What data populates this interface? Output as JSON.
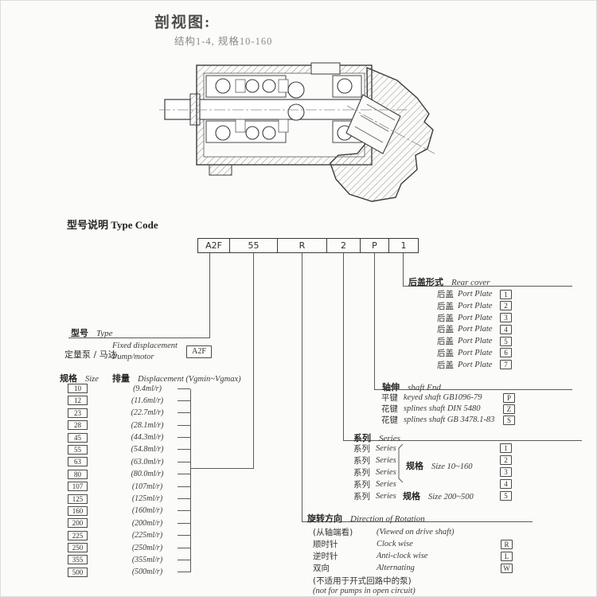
{
  "page": {
    "title": "剖视图:",
    "subtitle": "结构1-4, 规格10-160",
    "heading_zh": "型号说明",
    "heading_en": "Type Code"
  },
  "type_code": {
    "cells": [
      "A2F",
      "55",
      "R",
      "2",
      "P",
      "1"
    ]
  },
  "model": {
    "heading_zh": "型号",
    "heading_en": "Type",
    "label_zh": "定量泵 / 马达",
    "label_en1": "Fixed displacement",
    "label_en2": "Pump/motor",
    "code": "A2F"
  },
  "size_table": {
    "size_header_zh": "规格",
    "size_header_en": "Size",
    "disp_header_zh": "排量",
    "disp_header_en": "Displacement (Vgmin~Vgmax)",
    "rows": [
      {
        "size": "10",
        "disp": "(9.4ml/r)"
      },
      {
        "size": "12",
        "disp": "(11.6ml/r)"
      },
      {
        "size": "23",
        "disp": "(22.7ml/r)"
      },
      {
        "size": "28",
        "disp": "(28.1ml/r)"
      },
      {
        "size": "45",
        "disp": "(44.3ml/r)"
      },
      {
        "size": "55",
        "disp": "(54.8ml/r)"
      },
      {
        "size": "63",
        "disp": "(63.0ml/r)"
      },
      {
        "size": "80",
        "disp": "(80.0ml/r)"
      },
      {
        "size": "107",
        "disp": "(107ml/r)"
      },
      {
        "size": "125",
        "disp": "(125ml/r)"
      },
      {
        "size": "160",
        "disp": "(160ml/r)"
      },
      {
        "size": "200",
        "disp": "(200ml/r)"
      },
      {
        "size": "225",
        "disp": "(225ml/r)"
      },
      {
        "size": "250",
        "disp": "(250ml/r)"
      },
      {
        "size": "355",
        "disp": "(355ml/r)"
      },
      {
        "size": "500",
        "disp": "(500ml/r)"
      }
    ]
  },
  "rear_cover": {
    "heading_zh": "后盖形式",
    "heading_en": "Rear cover",
    "rows": [
      {
        "zh": "后盖",
        "en": "Port Plate",
        "code": "1"
      },
      {
        "zh": "后盖",
        "en": "Port Plate",
        "code": "2"
      },
      {
        "zh": "后盖",
        "en": "Port Plate",
        "code": "3"
      },
      {
        "zh": "后盖",
        "en": "Port Plate",
        "code": "4"
      },
      {
        "zh": "后盖",
        "en": "Port Plate",
        "code": "5"
      },
      {
        "zh": "后盖",
        "en": "Port Plate",
        "code": "6"
      },
      {
        "zh": "后盖",
        "en": "Port Plate",
        "code": "7"
      }
    ]
  },
  "shaft_end": {
    "heading_zh": "轴伸",
    "heading_en": "shaft End",
    "rows": [
      {
        "zh": "平键",
        "en": "keyed shaft GB1096-79",
        "code": "P"
      },
      {
        "zh": "花键",
        "en": "splines shaft DIN 5480",
        "code": "Z"
      },
      {
        "zh": "花键",
        "en": "splines shaft GB 3478.1-83",
        "code": "S"
      }
    ]
  },
  "series": {
    "heading_zh": "系列",
    "heading_en": "Series",
    "rows": [
      {
        "zh": "系列",
        "en": "Series",
        "code": "1"
      },
      {
        "zh": "系列",
        "en": "Series",
        "code": "2"
      },
      {
        "zh": "系列",
        "en": "Series",
        "code": "3"
      },
      {
        "zh": "系列",
        "en": "Series",
        "code": "4"
      },
      {
        "zh": "系列",
        "en": "Series",
        "code": "5"
      }
    ],
    "group_zh": "规格",
    "group_en": "Size 10~160",
    "group5_zh": "规格",
    "group5_en": "Size 200~500"
  },
  "rotation": {
    "heading_zh": "旋转方向",
    "heading_en": "Direction of Rotation",
    "view_zh": "(从轴端看)",
    "view_en": "(Viewed on drive shaft)",
    "rows": [
      {
        "zh": "顺时针",
        "en": "Clock wise",
        "code": "R"
      },
      {
        "zh": "逆时针",
        "en": "Anti-clock wise",
        "code": "L"
      },
      {
        "zh": "双向",
        "en": "Alternating",
        "code": "W"
      }
    ],
    "note_zh": "(不适用于开式回路中的泵)",
    "note_en": "(not for pumps in open circuit)"
  },
  "colors": {
    "ink": "#3d3d3d",
    "line": "#5b5b5b",
    "paper": "#fbfbf9"
  }
}
